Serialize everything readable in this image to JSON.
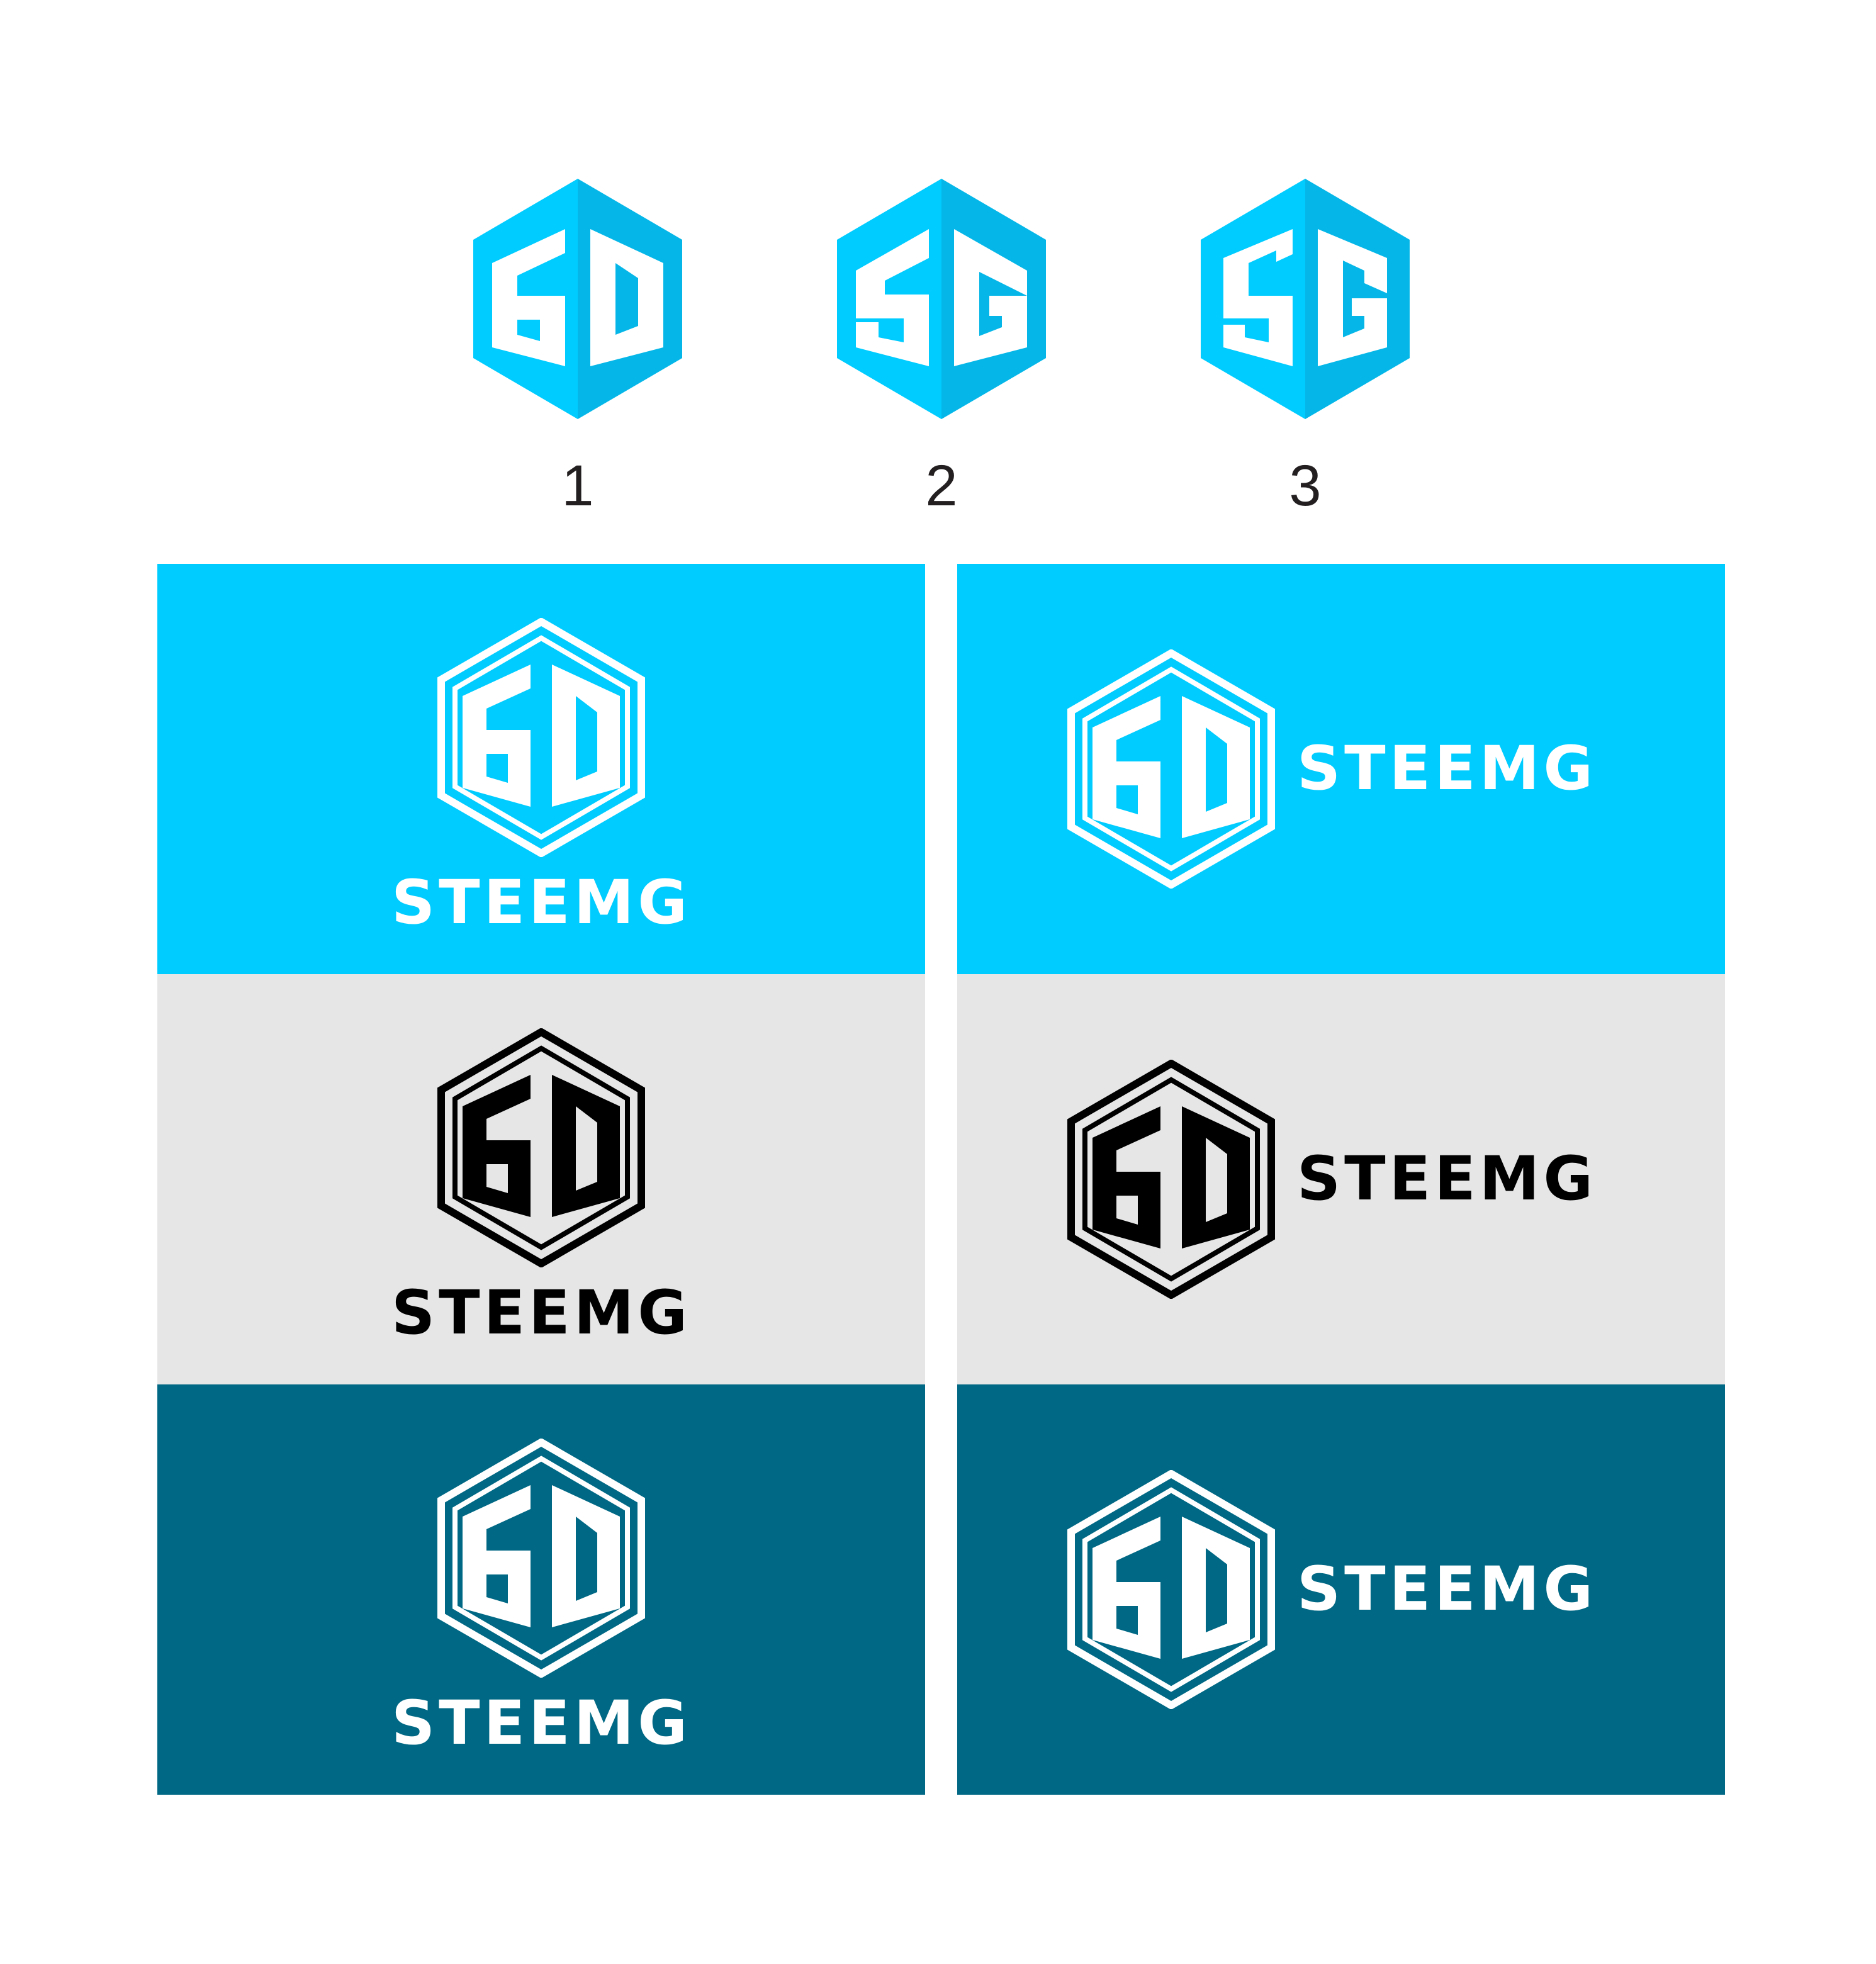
{
  "brand": {
    "wordmark": "STEEMG",
    "monogram": "SG"
  },
  "colors": {
    "sky": "#00ccff",
    "sky_dark": "#0aa6d6",
    "light_gray": "#e6e6e6",
    "teal": "#006884",
    "white": "#ffffff",
    "black": "#000000",
    "caption": "#231f20"
  },
  "variants": [
    {
      "number": "1"
    },
    {
      "number": "2"
    },
    {
      "number": "3"
    }
  ],
  "panels": [
    {
      "layout": "stacked",
      "background": "sky",
      "ink": "white"
    },
    {
      "layout": "inline",
      "background": "sky",
      "ink": "white"
    },
    {
      "layout": "stacked",
      "background": "light_gray",
      "ink": "black"
    },
    {
      "layout": "inline",
      "background": "light_gray",
      "ink": "black"
    },
    {
      "layout": "stacked",
      "background": "teal",
      "ink": "white"
    },
    {
      "layout": "inline",
      "background": "teal",
      "ink": "white"
    }
  ]
}
